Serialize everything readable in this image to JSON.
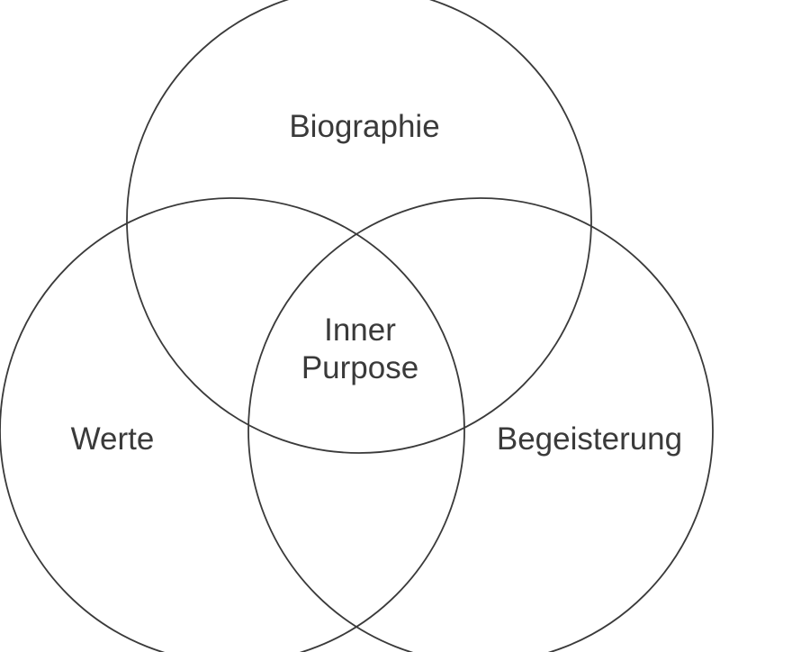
{
  "diagram": {
    "type": "venn",
    "sets": [
      {
        "label": "Biographie"
      },
      {
        "label": "Werte"
      },
      {
        "label": "Begeisterung"
      }
    ],
    "intersection": {
      "line1": "Inner",
      "line2": "Purpose"
    },
    "colors": {
      "stroke": "#3a3a3a",
      "text": "#3a3a3a",
      "background": "#ffffff"
    }
  }
}
